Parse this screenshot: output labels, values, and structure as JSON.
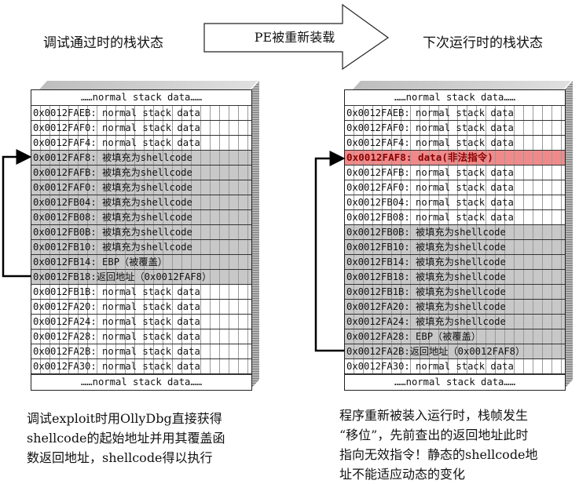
{
  "left_title": "调试通过时的栈状态",
  "right_title": "下次运行时的栈状态",
  "arrow_label": "PE被重新装载",
  "left_stack": {
    "header": "……normal stack data……",
    "rows": [
      {
        "text": "0x0012FAEB: normal stack data",
        "style": "plain"
      },
      {
        "text": "0x0012FAF0: normal stack data",
        "style": "plain"
      },
      {
        "text": "0x0012FAF4: normal stack data",
        "style": "plain"
      },
      {
        "text": "0x0012FAF8: 被填充为shellcode",
        "style": "gray"
      },
      {
        "text": "0x0012FAFB: 被填充为shellcode",
        "style": "gray"
      },
      {
        "text": "0x0012FAF0: 被填充为shellcode",
        "style": "gray"
      },
      {
        "text": "0x0012FB04: 被填充为shellcode",
        "style": "gray"
      },
      {
        "text": "0x0012FB08: 被填充为shellcode",
        "style": "gray"
      },
      {
        "text": "0x0012FB0B: 被填充为shellcode",
        "style": "gray"
      },
      {
        "text": "0x0012FB10: 被填充为shellcode",
        "style": "gray"
      },
      {
        "text": "0x0012FB14:  EBP（被覆盖）",
        "style": "gray"
      },
      {
        "text": "0x0012FB18:返回地址（0x0012FAF8）",
        "style": "gray"
      },
      {
        "text": "0x0012FB1B: normal stack data",
        "style": "plain"
      },
      {
        "text": "0x0012FA20: normal stack data",
        "style": "plain"
      },
      {
        "text": "0x0012FA24: normal stack data",
        "style": "plain"
      },
      {
        "text": "0x0012FA28: normal stack data",
        "style": "plain"
      },
      {
        "text": "0x0012FA2B: normal stack data",
        "style": "plain"
      },
      {
        "text": "0x0012FA30: normal stack data",
        "style": "plain"
      }
    ],
    "footer": "……normal stack data……"
  },
  "right_stack": {
    "header": "……normal stack data……",
    "rows": [
      {
        "text": "0x0012FAEB: normal stack data",
        "style": "plain"
      },
      {
        "text": "0x0012FAF0: normal stack data",
        "style": "plain"
      },
      {
        "text": "0x0012FAF4: normal stack data",
        "style": "plain"
      },
      {
        "text": "0x0012FAF8: data(非法指令)",
        "style": "red"
      },
      {
        "text": "0x0012FAFB: normal stack data",
        "style": "plain"
      },
      {
        "text": "0x0012FAF0: normal stack data",
        "style": "plain"
      },
      {
        "text": "0x0012FB04: normal stack data",
        "style": "plain"
      },
      {
        "text": "0x0012FB08: normal stack data",
        "style": "plain"
      },
      {
        "text": "0x0012FB0B: 被填充为shellcode",
        "style": "gray"
      },
      {
        "text": "0x0012FB10: 被填充为shellcode",
        "style": "gray"
      },
      {
        "text": "0x0012FB14: 被填充为shellcode",
        "style": "gray"
      },
      {
        "text": "0x0012FB18: 被填充为shellcode",
        "style": "gray"
      },
      {
        "text": "0x0012FB1B: 被填充为shellcode",
        "style": "gray"
      },
      {
        "text": "0x0012FA20: 被填充为shellcode",
        "style": "gray"
      },
      {
        "text": "0x0012FA24: 被填充为shellcode",
        "style": "gray"
      },
      {
        "text": "0x0012FA28:  EBP（被覆盖）",
        "style": "gray"
      },
      {
        "text": "0x0012FA2B:返回地址（0x0012FAF8）",
        "style": "gray"
      },
      {
        "text": "0x0012FA30: normal stack data",
        "style": "plain"
      }
    ],
    "footer": "……normal stack data……"
  },
  "left_caption": [
    "调试exploit时用OllyDbg直接获得",
    "shellcode的起始地址并用其覆盖函",
    "数返回地址，shellcode得以执行"
  ],
  "right_caption": [
    "程序重新被装入运行时，栈帧发生",
    "“移位”，先前查出的返回地址此时",
    "指向无效指令！静态的shellcode地",
    "址不能适应动态的变化"
  ],
  "colors": {
    "shellcode_fill": "#c8c8c8",
    "illegal_fill": "#f08a8a",
    "illegal_text": "#8a0000",
    "arrow": "#000000"
  }
}
